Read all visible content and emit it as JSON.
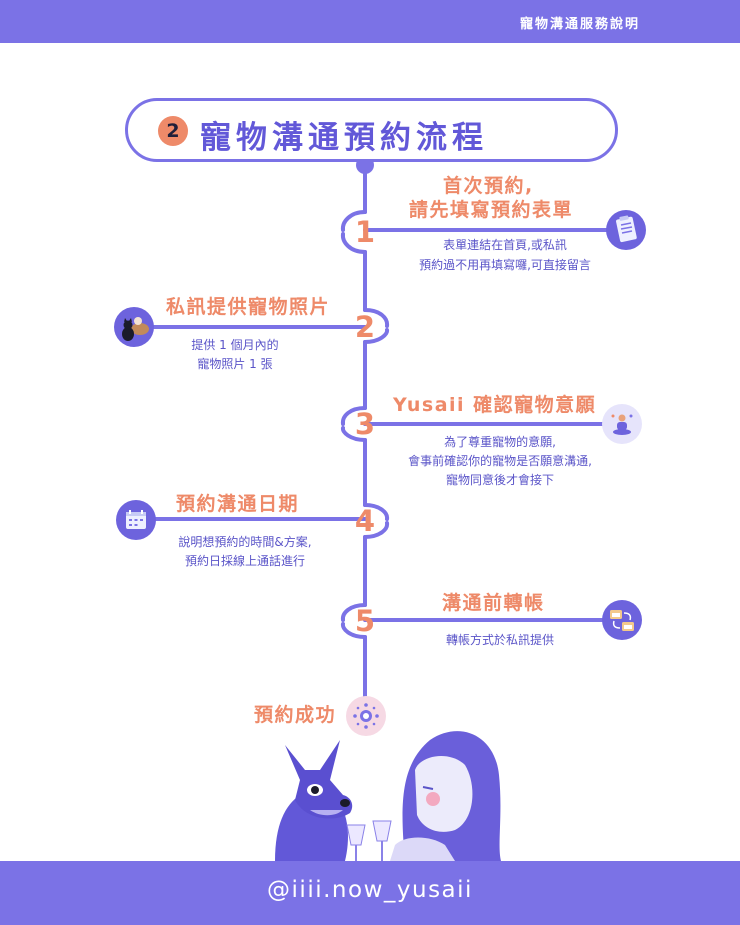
{
  "header": {
    "title": "寵物溝通服務說明"
  },
  "title": {
    "number": "2",
    "text": "寵物溝通預約流程"
  },
  "steps": [
    {
      "number": "1",
      "title_line1": "首次預約,",
      "title_line2": "請先填寫預約表單",
      "desc_line1": "表單連結在首頁,或私訊",
      "desc_line2": "預約過不用再填寫囉,可直接留言",
      "icon": "form-clipboard-icon"
    },
    {
      "number": "2",
      "title": "私訊提供寵物照片",
      "desc_line1": "提供 1 個月內的",
      "desc_line2": "寵物照片 1 張",
      "icon": "pets-photo-icon"
    },
    {
      "number": "3",
      "title": "Yusaii 確認寵物意願",
      "desc_line1": "為了尊重寵物的意願,",
      "desc_line2": "會事前確認你的寵物是否願意溝通,",
      "desc_line3": "寵物同意後才會接下",
      "icon": "meditation-icon"
    },
    {
      "number": "4",
      "title": "預約溝通日期",
      "desc_line1": "說明想預約的時間&方案,",
      "desc_line2": "預約日採線上通話進行",
      "icon": "calendar-icon"
    },
    {
      "number": "5",
      "title": "溝通前轉帳",
      "desc_line1": "轉帳方式於私訊提供",
      "icon": "transfer-folder-icon"
    }
  ],
  "success": {
    "label": "預約成功",
    "icon": "sparkle-icon"
  },
  "footer": {
    "handle": "@iiii.now_yusaii"
  },
  "colors": {
    "primary": "#7b72e6",
    "accent": "#ee8a69",
    "text": "#5a54c8",
    "pink": "#f6d9e4"
  }
}
